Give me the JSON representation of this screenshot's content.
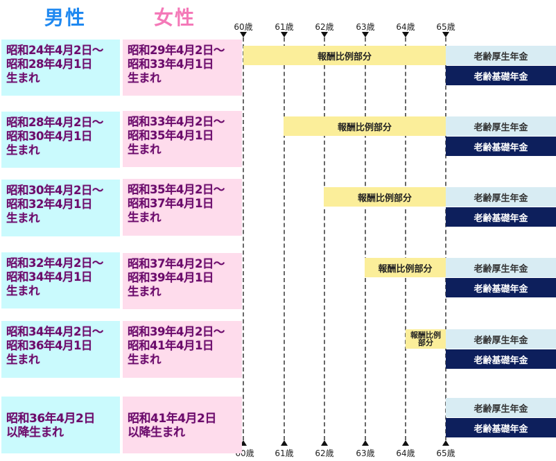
{
  "headers": {
    "male": "男性",
    "female": "女性"
  },
  "ages": [
    "60歳",
    "61歳",
    "62歳",
    "63歳",
    "64歳",
    "65歳"
  ],
  "labels": {
    "hourei": "報酬比例部分",
    "hourei_wrapped": "報酬比例\n部分",
    "kosei": "老齢厚生年金",
    "kiso": "老齢基礎年金"
  },
  "colors": {
    "male_header": "#1e88f0",
    "female_header": "#f479b8",
    "male_bg": "#cafafd",
    "female_bg": "#fedcec",
    "text": "#6b0a6b",
    "hourei_bg": "#fbee9a",
    "kosei_bg": "#d8ecf3",
    "kiso_bg": "#0d1f5c"
  },
  "rows": [
    {
      "male": "昭和24年4月2日～\n昭和28年4月1日\n生まれ",
      "female": "昭和29年4月2日～\n昭和33年4月1日\n生まれ",
      "hourei_start_age": 60
    },
    {
      "male": "昭和28年4月2日～\n昭和30年4月1日\n生まれ",
      "female": "昭和33年4月2日～\n昭和35年4月1日\n生まれ",
      "hourei_start_age": 61
    },
    {
      "male": "昭和30年4月2日～\n昭和32年4月1日\n生まれ",
      "female": "昭和35年4月2日～\n昭和37年4月1日\n生まれ",
      "hourei_start_age": 62
    },
    {
      "male": "昭和32年4月2日～\n昭和34年4月1日\n生まれ",
      "female": "昭和37年4月2日～\n昭和39年4月1日\n生まれ",
      "hourei_start_age": 63
    },
    {
      "male": "昭和34年4月2日～\n昭和36年4月1日\n生まれ",
      "female": "昭和39年4月2日～\n昭和41年4月1日\n生まれ",
      "hourei_start_age": 64
    },
    {
      "male": "昭和36年4月2日\n以降生まれ",
      "female": "昭和41年4月2日\n以降生まれ",
      "hourei_start_age": null
    }
  ],
  "chart_data": {
    "type": "timeline",
    "title": "",
    "x_axis": [
      "60歳",
      "61歳",
      "62歳",
      "63歳",
      "64歳",
      "65歳"
    ],
    "series": [
      {
        "name": "報酬比例部分",
        "rows": [
          [
            60,
            65
          ],
          [
            61,
            65
          ],
          [
            62,
            65
          ],
          [
            63,
            65
          ],
          [
            64,
            65
          ],
          null
        ]
      },
      {
        "name": "老齢厚生年金",
        "rows": [
          [
            65,
            null
          ],
          [
            65,
            null
          ],
          [
            65,
            null
          ],
          [
            65,
            null
          ],
          [
            65,
            null
          ],
          [
            65,
            null
          ]
        ]
      },
      {
        "name": "老齢基礎年金",
        "rows": [
          [
            65,
            null
          ],
          [
            65,
            null
          ],
          [
            65,
            null
          ],
          [
            65,
            null
          ],
          [
            65,
            null
          ],
          [
            65,
            null
          ]
        ]
      }
    ],
    "row_labels_male": [
      "昭和24年4月2日～昭和28年4月1日生まれ",
      "昭和28年4月2日～昭和30年4月1日生まれ",
      "昭和30年4月2日～昭和32年4月1日生まれ",
      "昭和32年4月2日～昭和34年4月1日生まれ",
      "昭和34年4月2日～昭和36年4月1日生まれ",
      "昭和36年4月2日以降生まれ"
    ],
    "row_labels_female": [
      "昭和29年4月2日～昭和33年4月1日生まれ",
      "昭和33年4月2日～昭和35年4月1日生まれ",
      "昭和35年4月2日～昭和37年4月1日生まれ",
      "昭和37年4月2日～昭和39年4月1日生まれ",
      "昭和39年4月2日～昭和41年4月1日生まれ",
      "昭和41年4月2日以降生まれ"
    ]
  }
}
